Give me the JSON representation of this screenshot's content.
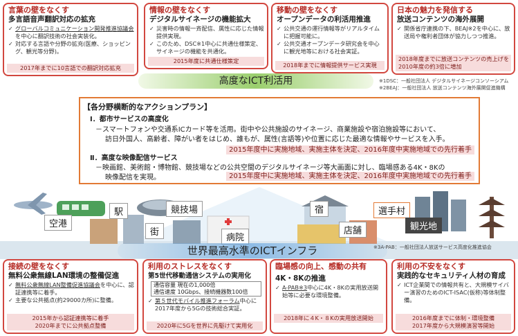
{
  "top_boxes": [
    {
      "title": "言葉の壁をなくす",
      "subtitle": "多言語音声翻訳対応の拡充",
      "items": [
        {
          "u": "グローバルコミュニケーション開発推進協議会",
          "rest": "を中心に翻訳技術の社会実装化。"
        },
        {
          "u": "",
          "rest": "対応する言語や分野の拡充(医療、ショッピング、観光等分野)。"
        }
      ],
      "band": "2017年までに10言語での翻訳対応拡充"
    },
    {
      "title": "情報の壁をなくす",
      "subtitle": "デジタルサイネージの機能拡大",
      "items": [
        {
          "u": "",
          "rest": "災害時の情報一斉配信、属性に応じた情報提供実現。"
        },
        {
          "u": "",
          "rest": "このため、DSC※1中心に共通仕様策定、サイネージの機能を共通化。"
        }
      ],
      "band": "2015年度に共通仕様策定"
    },
    {
      "title": "移動の壁をなくす",
      "subtitle": "オープンデータの利活用推進",
      "items": [
        {
          "u": "",
          "rest": "公共交通の運行情報等がリアルタイムに把握可能に。"
        },
        {
          "u": "",
          "rest": "公共交通オープンデータ研究会を中心に観光地等における社会実証。"
        }
      ],
      "band": "2018年までに情報提供サービス実現"
    },
    {
      "title": "日本の魅力を発信する",
      "subtitle": "放送コンテンツの海外展開",
      "items": [
        {
          "u": "",
          "rest": "関係省庁連携の下、BEAJ※2を中心に、放送局や権利者団体が協力しつつ推進。"
        }
      ],
      "band": "2018年度までに放送コンテンツの売上げを2010年度の約3倍に増加"
    }
  ],
  "top_banner": "高度なICT利活用",
  "footnotes_top": [
    "※1DSC：一般社団法人 デジタルサイネージコンソーシアム",
    "※2BEAJ：一般社団法人 放送コンテンツ海外展開促進機構"
  ],
  "action": {
    "head": "【各分野横断的なアクションプラン】",
    "sec1_title": "Ⅰ．都市サービスの高度化",
    "sec1_line1": "－スマートフォンや交通系ICカード等を活用。街中や公共施設のサイネージ、商業施設や宿泊施設等において、",
    "sec1_line2": "訪日外国人、高齢者、障がい者をはじめ、誰もが、属性(言語等)や位置に応じた最適な情報やサービスを入手。",
    "sec1_band": "2015年度中に実施地域、実施主体を決定、2016年度中実施地域での先行着手",
    "sec2_title": "Ⅱ．高度な映像配信サービス",
    "sec2_line1": "－映画館、美術館・博物館、競技場などの公共空間のデジタルサイネージ等大画面に対し、臨場感ある4K・8Kの",
    "sec2_line2": "映像配信を実現。",
    "sec2_band": "2015年度中に実施地域、実施主体を決定、2016年度中実施地域での先行着手"
  },
  "city_labels": [
    "空港",
    "駅",
    "競技場",
    "街",
    "病院",
    "宿",
    "選手村",
    "店舗",
    "観光地"
  ],
  "bottom_banner": "世界最高水準のICTインフラ",
  "footnote_bottom": "※3A-PAB：一般社団法人放送サービス高度化推進協会",
  "bottom_boxes": [
    {
      "title": "接続の壁をなくす",
      "subtitle": "無料公衆無線LAN環境の整備促進",
      "items": [
        {
          "u": "無料公衆無線LAN整備促進協議会",
          "rest": "を中心に、認証連携等に着手。"
        },
        {
          "u": "",
          "rest": "主要な公共拠点(約29000カ所)に整備。"
        }
      ],
      "band1": "2015年から認証連携等に着手",
      "band2": "2020年までに公共拠点整備"
    },
    {
      "title": "利用のストレスをなくす",
      "subtitle": "第5世代移動通信システムの実用化",
      "spec1": "通信容量 現在の1,000倍",
      "spec2": "通信速度 10Gbps、接続機器数100倍",
      "items": [
        {
          "u": "第５世代モバイル推進フォーラム",
          "rest": "中心に2017年度から5Gの技術総合実証。"
        }
      ],
      "band": "2020年に5Gを世界に先駆けて実用化"
    },
    {
      "title": "臨場感の向上、感動の共有",
      "subtitle": "4K・8Kの推進",
      "items": [
        {
          "u": "A-PAB※3",
          "rest": "中心に4K・8Kの実用放送開始等に必要な環境整備。"
        }
      ],
      "band": "2018年に４K・８Kの実用放送開始"
    },
    {
      "title": "利用の不安をなくす",
      "subtitle": "実践的なセキュリティ人材の育成",
      "items": [
        {
          "u": "",
          "rest": "ICT企業間での情報共有と、大規模サイバー演習のためのICT-ISAC(仮称)等体制整備。"
        }
      ],
      "band1": "2016年度までに体制・環境整備",
      "band2": "2017年度から大規模演習等開始"
    }
  ]
}
